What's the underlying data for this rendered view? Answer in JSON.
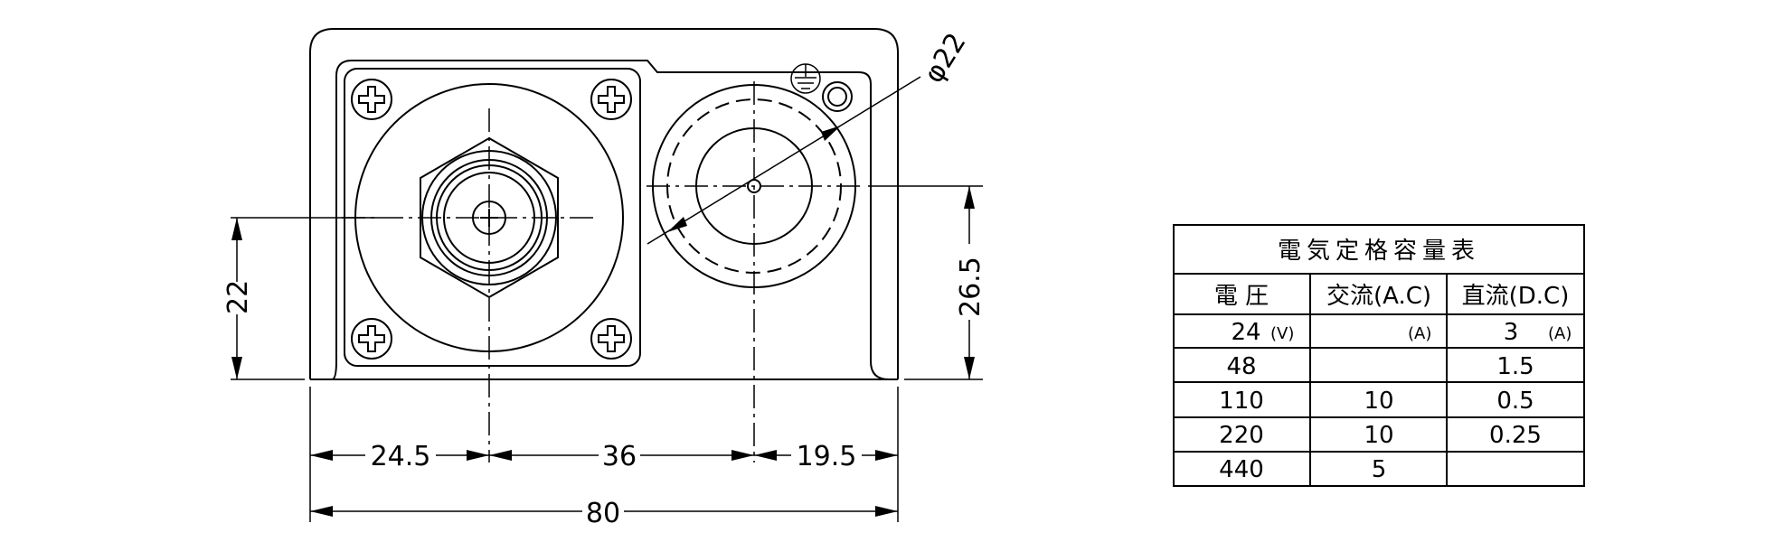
{
  "dimensions": {
    "d_24_5": "24.5",
    "d_36": "36",
    "d_19_5": "19.5",
    "d_80": "80",
    "d_22": "22",
    "d_26_5": "26.5",
    "d_phi22": "φ22"
  },
  "rating_table": {
    "title": "電気定格容量表",
    "headers": [
      "電 圧",
      "交流(A.C)",
      "直流(D.C)"
    ],
    "units": {
      "voltage": "(V)",
      "ac": "(A)",
      "dc": "(A)"
    },
    "rows": [
      {
        "voltage": "24",
        "ac": "",
        "dc": "3"
      },
      {
        "voltage": "48",
        "ac": "",
        "dc": "1.5"
      },
      {
        "voltage": "110",
        "ac": "10",
        "dc": "0.5"
      },
      {
        "voltage": "220",
        "ac": "10",
        "dc": "0.25"
      },
      {
        "voltage": "440",
        "ac": "5",
        "dc": ""
      }
    ]
  }
}
